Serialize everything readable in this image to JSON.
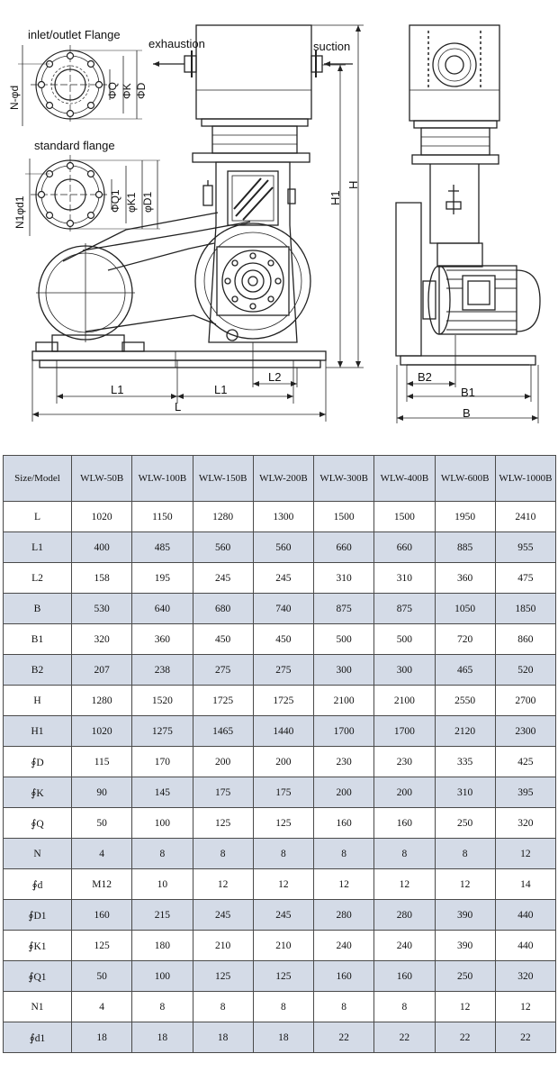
{
  "diagram": {
    "labels": {
      "inlet_flange": "inlet/outlet Flange",
      "exhaustion": "exhaustion",
      "suction": "suction",
      "standard_flange": "standard flange",
      "n_d": "N-φd",
      "phi_q": "ΦQ",
      "phi_k": "ΦK",
      "phi_d": "ΦD",
      "n1_d1": "N1φd1",
      "phi_q1": "ΦQ1",
      "phi_k1": "φK1",
      "phi_d1": "φD1",
      "h": "H",
      "h1": "H1",
      "l": "L",
      "l1_left": "L1",
      "l1_right": "L1",
      "l2": "L2",
      "b": "B",
      "b1": "B1",
      "b2": "B2"
    }
  },
  "table": {
    "header": [
      "Size/Model",
      "WLW-50B",
      "WLW-100B",
      "WLW-150B",
      "WLW-200B",
      "WLW-300B",
      "WLW-400B",
      "WLW-600B",
      "WLW-1000B"
    ],
    "rows": [
      {
        "label": "L",
        "values": [
          "1020",
          "1150",
          "1280",
          "1300",
          "1500",
          "1500",
          "1950",
          "2410"
        ]
      },
      {
        "label": "L1",
        "values": [
          "400",
          "485",
          "560",
          "560",
          "660",
          "660",
          "885",
          "955"
        ]
      },
      {
        "label": "L2",
        "values": [
          "158",
          "195",
          "245",
          "245",
          "310",
          "310",
          "360",
          "475"
        ]
      },
      {
        "label": "B",
        "values": [
          "530",
          "640",
          "680",
          "740",
          "875",
          "875",
          "1050",
          "1850"
        ]
      },
      {
        "label": "B1",
        "values": [
          "320",
          "360",
          "450",
          "450",
          "500",
          "500",
          "720",
          "860"
        ]
      },
      {
        "label": "B2",
        "values": [
          "207",
          "238",
          "275",
          "275",
          "300",
          "300",
          "465",
          "520"
        ]
      },
      {
        "label": "H",
        "values": [
          "1280",
          "1520",
          "1725",
          "1725",
          "2100",
          "2100",
          "2550",
          "2700"
        ]
      },
      {
        "label": "H1",
        "values": [
          "1020",
          "1275",
          "1465",
          "1440",
          "1700",
          "1700",
          "2120",
          "2300"
        ]
      },
      {
        "label": "∮D",
        "values": [
          "115",
          "170",
          "200",
          "200",
          "230",
          "230",
          "335",
          "425"
        ]
      },
      {
        "label": "∮K",
        "values": [
          "90",
          "145",
          "175",
          "175",
          "200",
          "200",
          "310",
          "395"
        ]
      },
      {
        "label": "∮Q",
        "values": [
          "50",
          "100",
          "125",
          "125",
          "160",
          "160",
          "250",
          "320"
        ]
      },
      {
        "label": "N",
        "values": [
          "4",
          "8",
          "8",
          "8",
          "8",
          "8",
          "8",
          "12"
        ]
      },
      {
        "label": "∮d",
        "values": [
          "M12",
          "10",
          "12",
          "12",
          "12",
          "12",
          "12",
          "14"
        ]
      },
      {
        "label": "∮D1",
        "values": [
          "160",
          "215",
          "245",
          "245",
          "280",
          "280",
          "390",
          "440"
        ]
      },
      {
        "label": "∮K1",
        "values": [
          "125",
          "180",
          "210",
          "210",
          "240",
          "240",
          "390",
          "440"
        ]
      },
      {
        "label": "∮Q1",
        "values": [
          "50",
          "100",
          "125",
          "125",
          "160",
          "160",
          "250",
          "320"
        ]
      },
      {
        "label": "N1",
        "values": [
          "4",
          "8",
          "8",
          "8",
          "8",
          "8",
          "12",
          "12"
        ]
      },
      {
        "label": "∮d1",
        "values": [
          "18",
          "18",
          "18",
          "18",
          "22",
          "22",
          "22",
          "22"
        ]
      }
    ]
  }
}
